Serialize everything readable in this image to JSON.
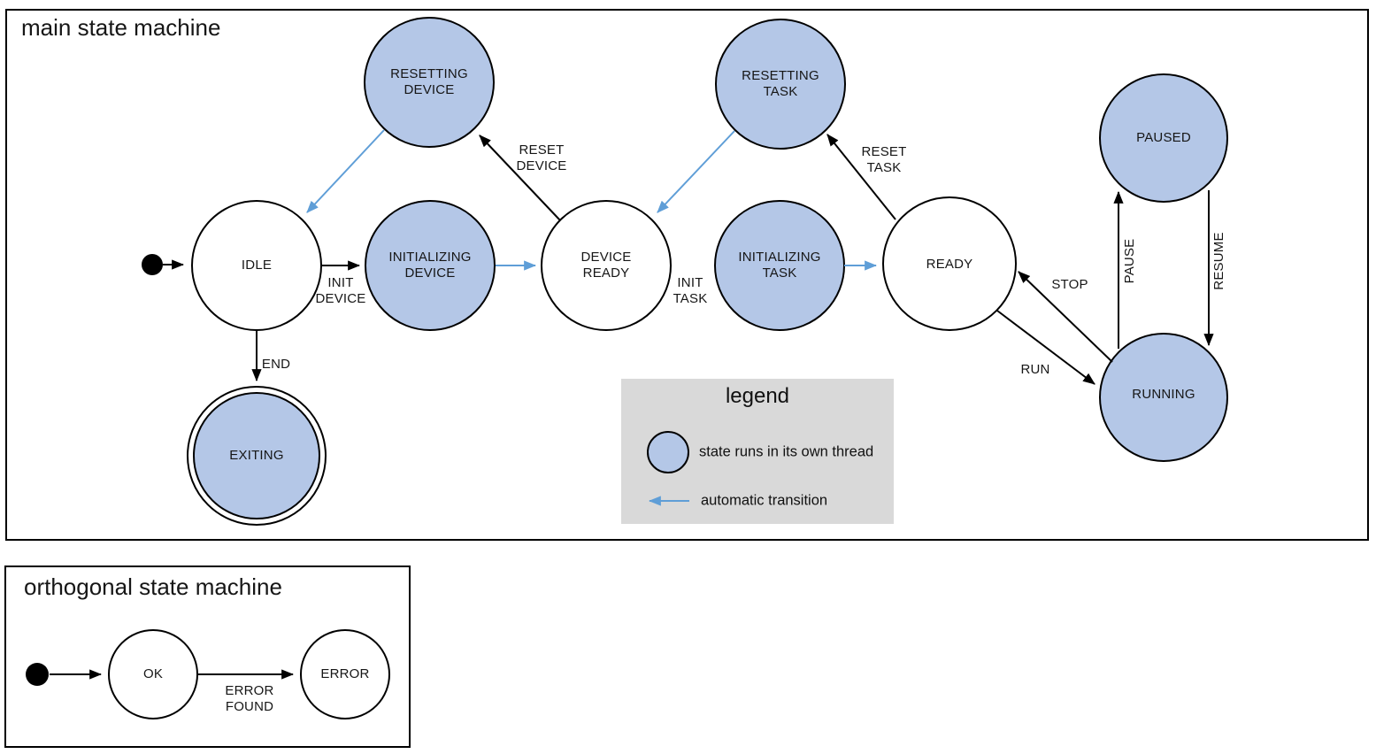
{
  "main_machine": {
    "title": "main state machine",
    "states": {
      "idle": "IDLE",
      "initializing_device": "INITIALIZING DEVICE",
      "resetting_device": "RESETTING DEVICE",
      "device_ready": "DEVICE READY",
      "resetting_task": "RESETTING TASK",
      "initializing_task": "INITIALIZING TASK",
      "ready": "READY",
      "paused": "PAUSED",
      "running": "RUNNING",
      "exiting": "EXITING"
    },
    "transitions": {
      "init_device": "INIT DEVICE",
      "reset_device": "RESET DEVICE",
      "init_task": "INIT TASK",
      "reset_task": "RESET TASK",
      "run": "RUN",
      "stop": "STOP",
      "pause": "PAUSE",
      "resume": "RESUME",
      "end": "END"
    }
  },
  "legend": {
    "title": "legend",
    "thread_state_label": "state runs in its own thread",
    "auto_transition_label": "automatic transition"
  },
  "orthogonal_machine": {
    "title": "orthogonal state machine",
    "states": {
      "ok": "OK",
      "error": "ERROR"
    },
    "transitions": {
      "error_found": "ERROR FOUND"
    }
  },
  "colors": {
    "thread_state_fill": "#b4c7e7",
    "plain_state_fill": "#ffffff",
    "auto_transition_blue": "#5f9ed7",
    "legend_background": "#d9d9d9",
    "stroke": "#000000"
  }
}
